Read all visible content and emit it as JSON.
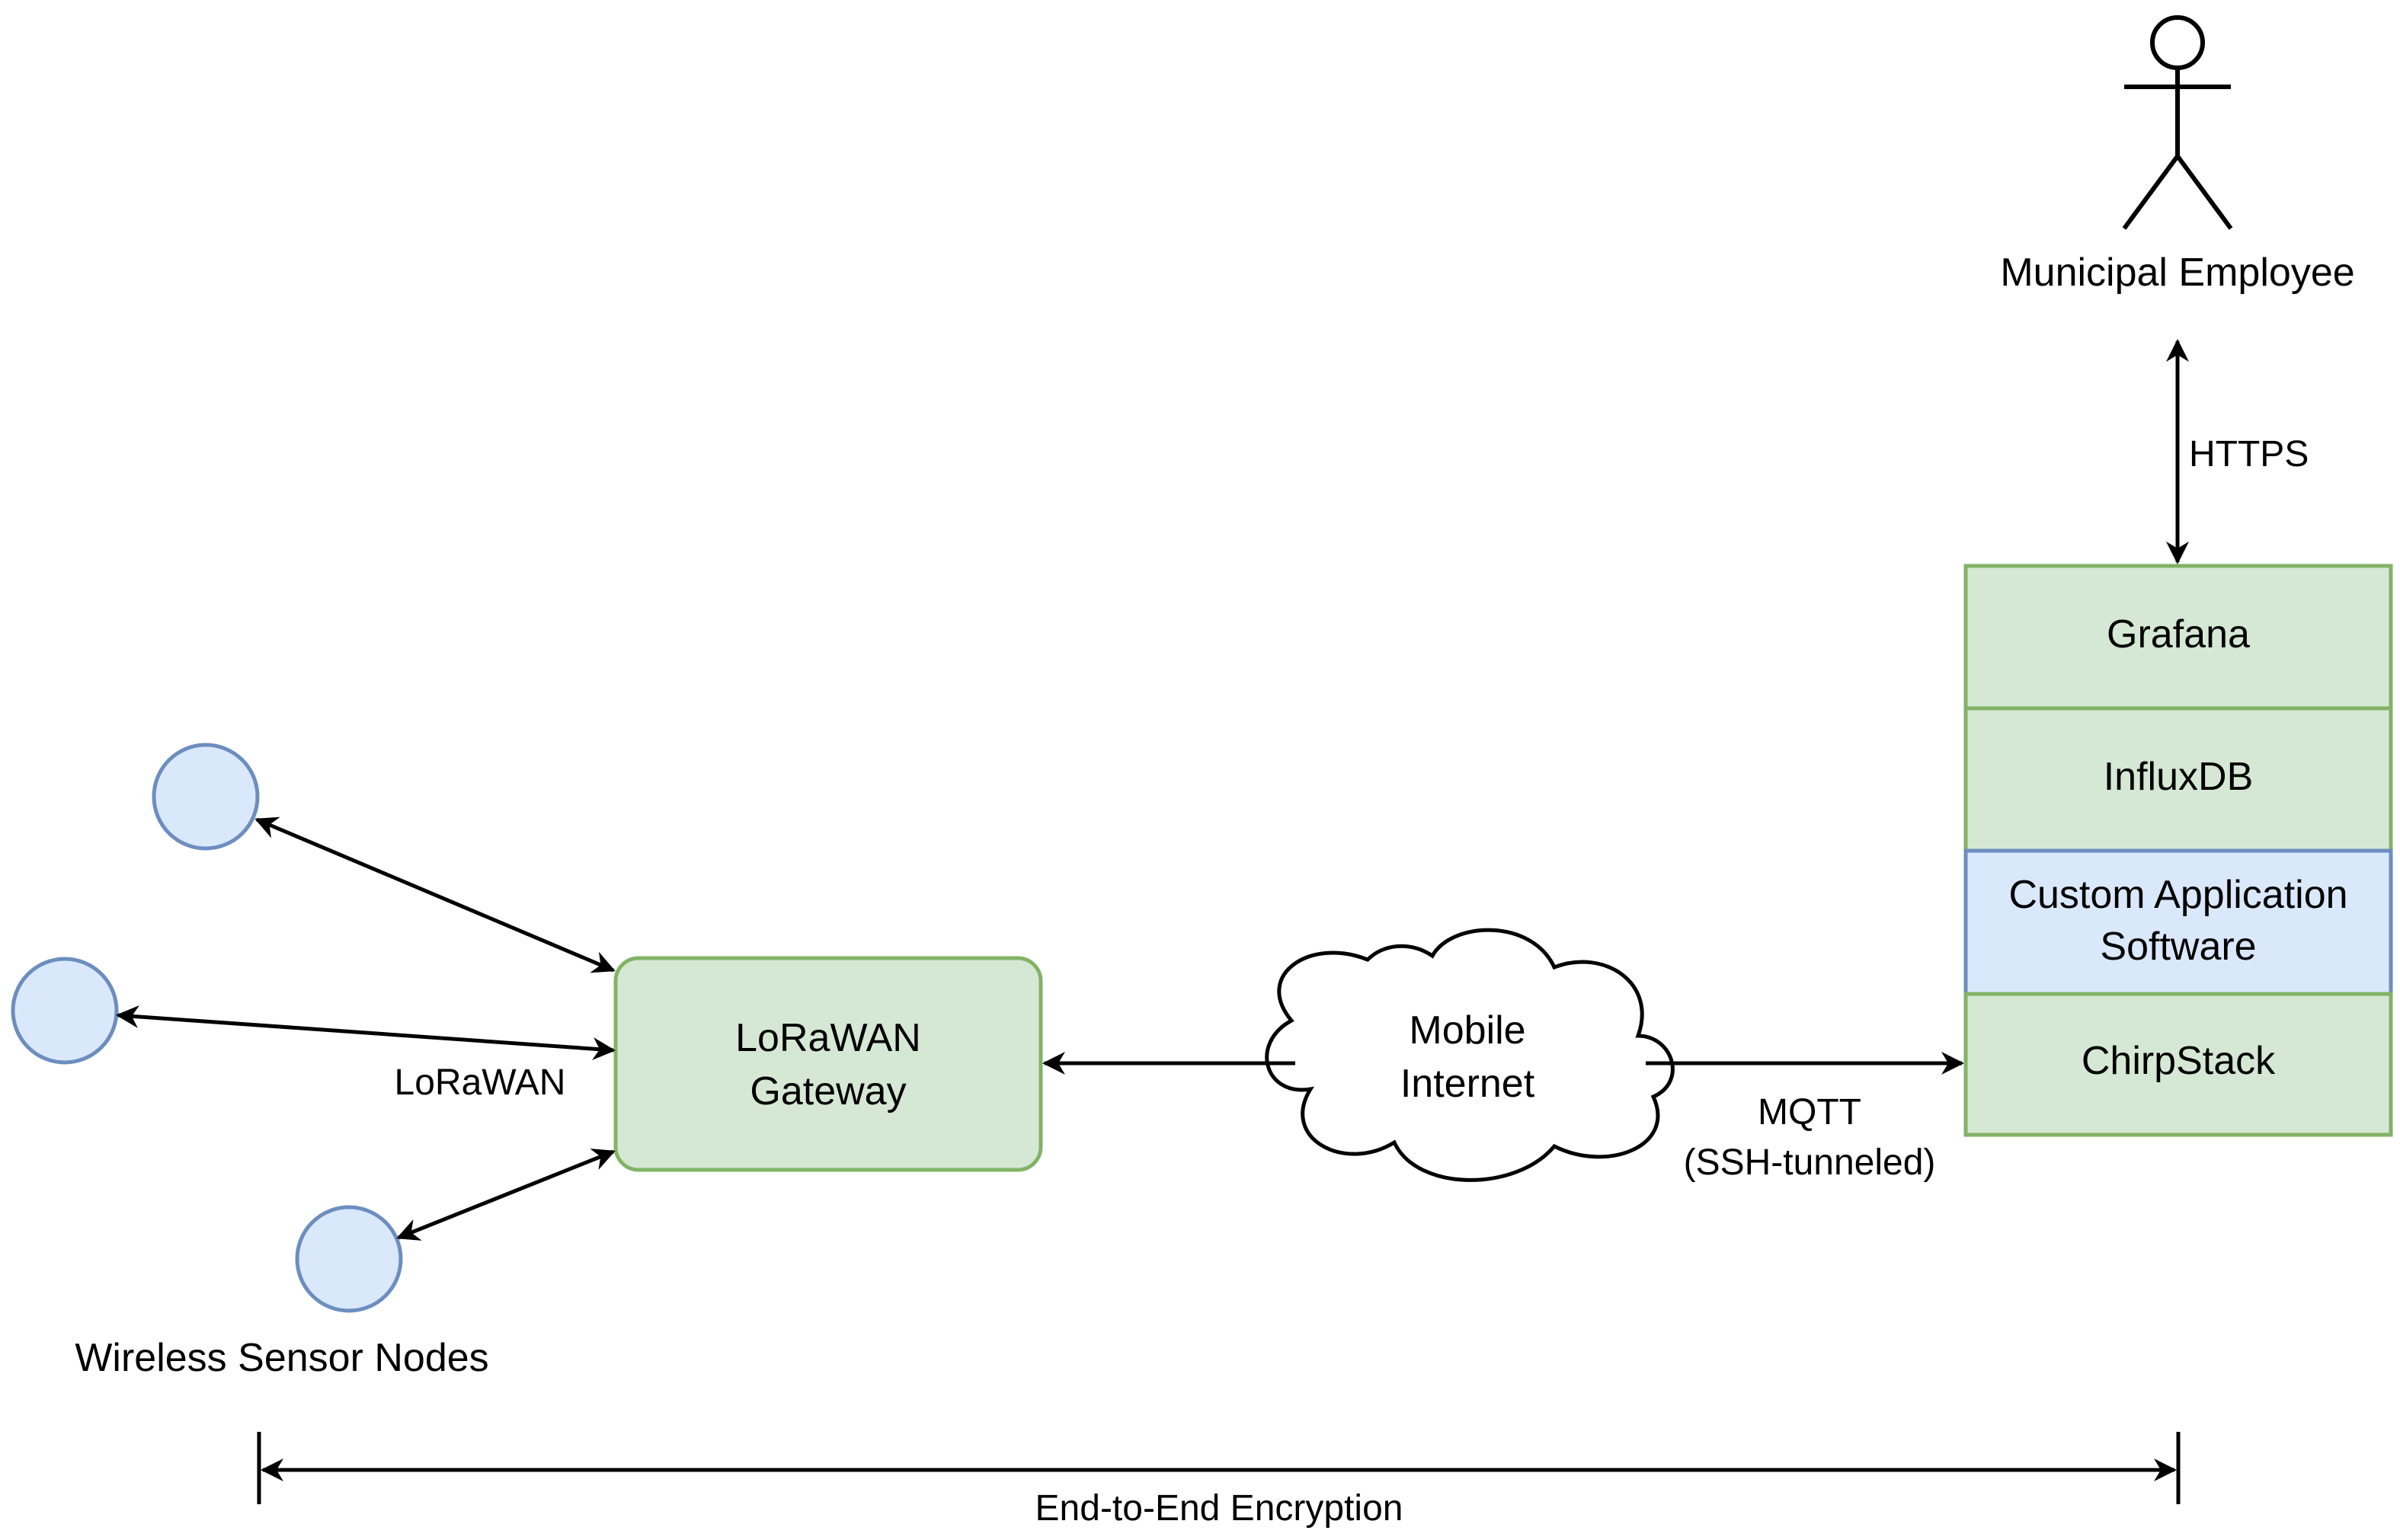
{
  "labels": {
    "actor": "Municipal Employee",
    "https": "HTTPS",
    "stack": [
      "Grafana",
      "InfluxDB",
      "Custom Application",
      "Software",
      "ChirpStack"
    ],
    "gateway": [
      "LoRaWAN",
      "Gateway"
    ],
    "cloud": [
      "Mobile",
      "Internet"
    ],
    "lorawan": "LoRaWAN",
    "mqtt": [
      "MQTT",
      "(SSH-tunneled)"
    ],
    "sensors": "Wireless Sensor Nodes",
    "encryption": "End-to-End Encryption"
  },
  "colors": {
    "green_fill": "#d5e8d4",
    "green_stroke": "#82b366",
    "blue_fill": "#dae8fc",
    "blue_stroke": "#6c8ebf",
    "line": "#000000"
  }
}
